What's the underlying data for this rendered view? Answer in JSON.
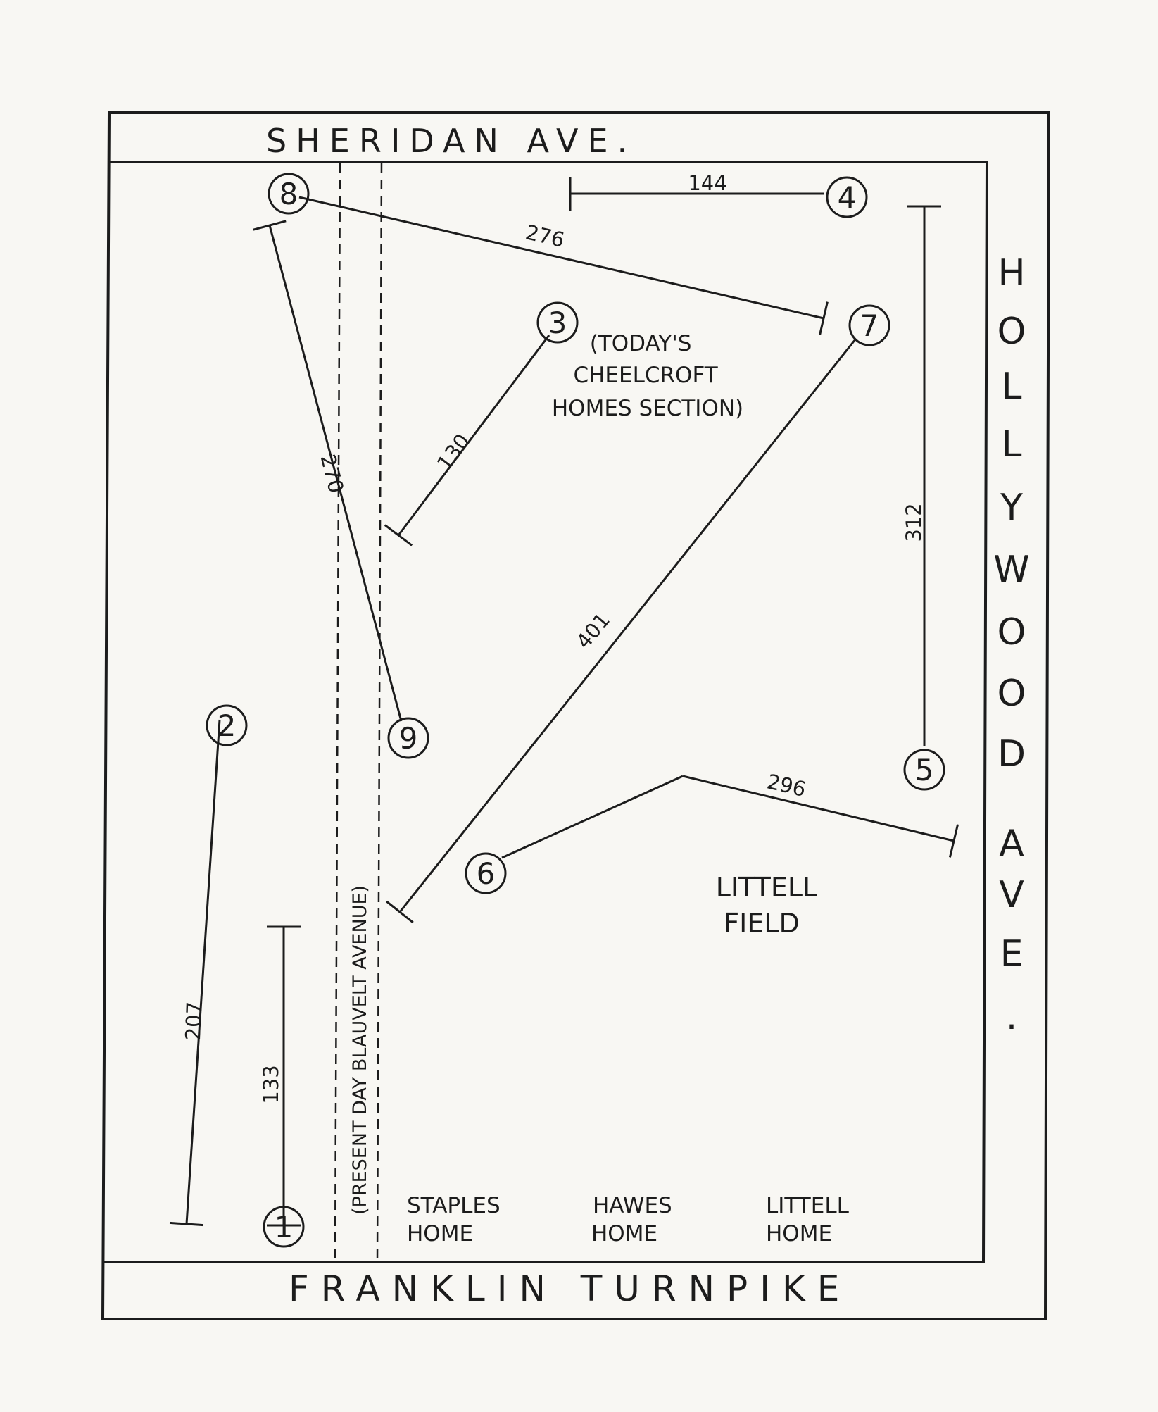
{
  "streets": {
    "north": "SHERIDAN AVE.",
    "south": "FRANKLIN TURNPIKE",
    "east": "HOLLYWOOD AVE.",
    "dashed_road": "(PRESENT DAY BLAUVELT AVENUE)"
  },
  "areas": {
    "cheelcroft": [
      "(TODAY'S",
      "CHEELCROFT",
      "HOMES SECTION)"
    ],
    "littell_field": [
      "LITTELL",
      "FIELD"
    ]
  },
  "homes": [
    {
      "line1": "STAPLES",
      "line2": "HOME"
    },
    {
      "line1": "HAWES",
      "line2": "HOME"
    },
    {
      "line1": "LITTELL",
      "line2": "HOME"
    }
  ],
  "markers": [
    "1",
    "2",
    "3",
    "4",
    "5",
    "6",
    "7",
    "8",
    "9"
  ],
  "distances": [
    "133",
    "207",
    "130",
    "144",
    "276",
    "312",
    "270",
    "401",
    "296"
  ]
}
